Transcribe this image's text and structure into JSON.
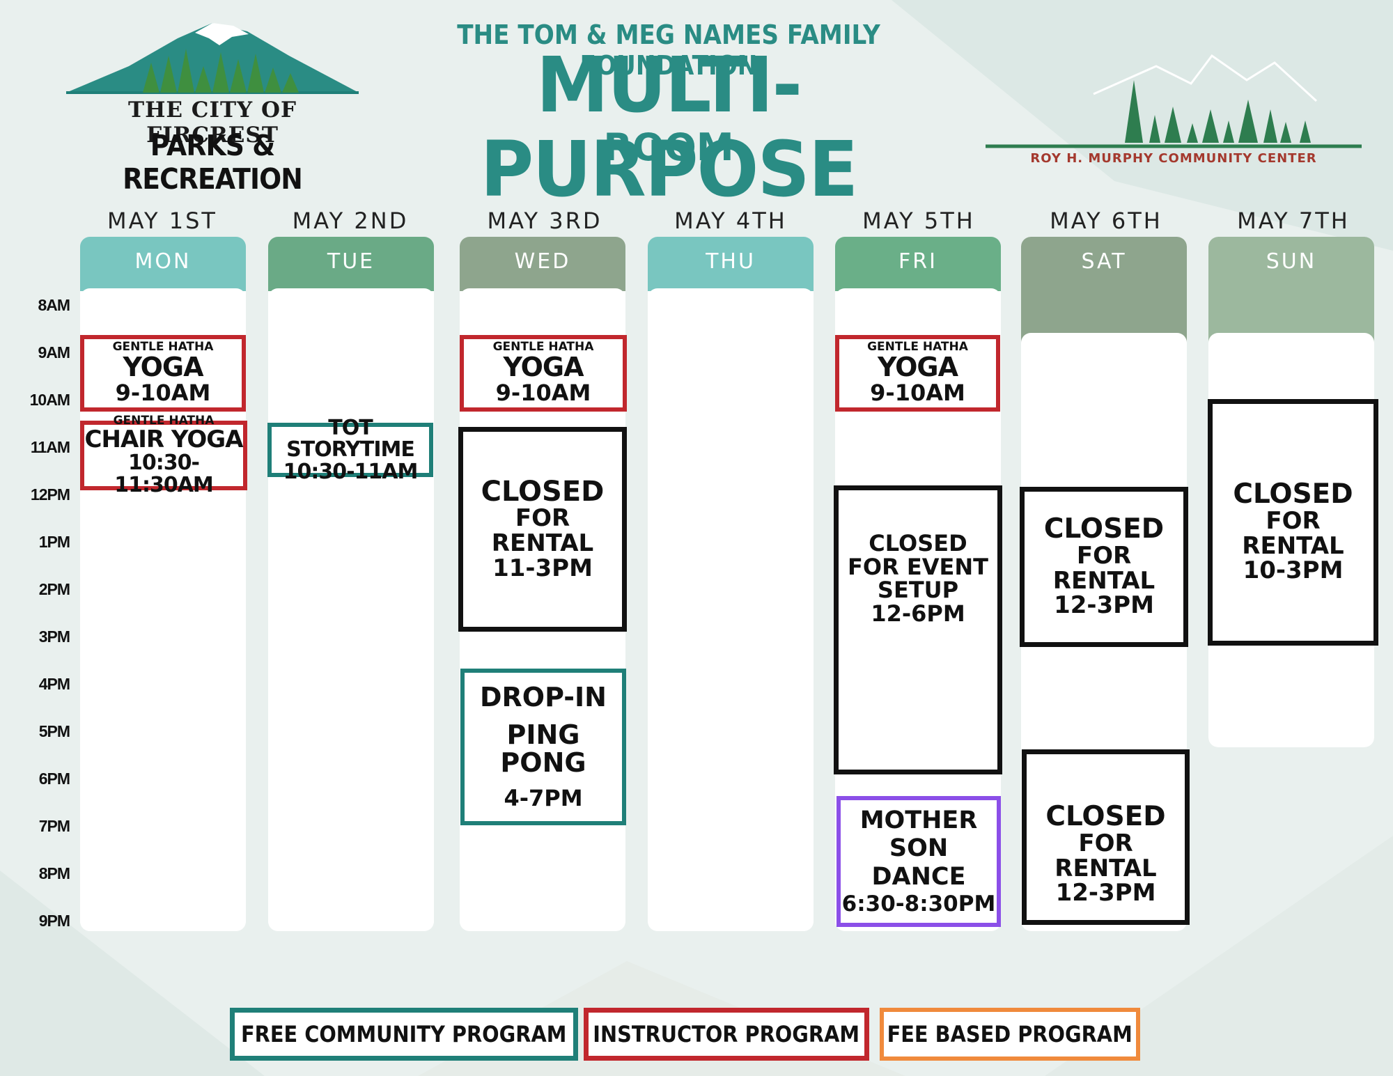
{
  "header": {
    "city_logo": {
      "line1": "THE CITY OF FIRCREST",
      "line2": "PARKS & RECREATION"
    },
    "title_top": "THE TOM & MEG NAMES FAMILY FOUNDATION",
    "title_main": "MULTI-PURPOSE",
    "title_sub": "ROOM",
    "center_logo": {
      "name": "ROY H. MURPHY COMMUNITY CENTER"
    }
  },
  "colors": {
    "free_community": "#1f7f78",
    "instructor": "#c1272d",
    "fee_based": "#f08a3c",
    "special_event": "#8b4fe8",
    "closed": "#111111"
  },
  "time_labels": [
    "8AM",
    "9AM",
    "10AM",
    "11AM",
    "12PM",
    "1PM",
    "2PM",
    "3PM",
    "4PM",
    "5PM",
    "6PM",
    "7PM",
    "8PM",
    "9PM"
  ],
  "days": [
    {
      "date": "MAY 1ST",
      "day": "MON",
      "header_color": "#79c6c0"
    },
    {
      "date": "MAY 2ND",
      "day": "TUE",
      "header_color": "#6aaa86"
    },
    {
      "date": "MAY 3RD",
      "day": "WED",
      "header_color": "#8ea58d"
    },
    {
      "date": "MAY 4TH",
      "day": "THU",
      "header_color": "#79c6c0"
    },
    {
      "date": "MAY 5TH",
      "day": "FRI",
      "header_color": "#6aaf88"
    },
    {
      "date": "MAY 6TH",
      "day": "SAT",
      "header_color": "#8ea58d"
    },
    {
      "date": "MAY 7TH",
      "day": "SUN",
      "header_color": "#9cb89e"
    }
  ],
  "events": {
    "mon_yoga": {
      "small": "GENTLE HATHA",
      "title": "YOGA",
      "time": "9-10AM"
    },
    "mon_chair": {
      "small": "GENTLE HATHA",
      "title": "CHAIR YOGA",
      "time": "10:30-11:30AM"
    },
    "tue_story": {
      "title": "TOT STORYTIME",
      "time": "10:30-11AM"
    },
    "wed_yoga": {
      "small": "GENTLE HATHA",
      "title": "YOGA",
      "time": "9-10AM"
    },
    "wed_closed": {
      "title": "CLOSED",
      "sub": "FOR RENTAL",
      "time": "11-3PM"
    },
    "wed_pingpong": {
      "line1": "DROP-IN",
      "line2": "PING PONG",
      "time": "4-7PM"
    },
    "fri_yoga": {
      "small": "GENTLE HATHA",
      "title": "YOGA",
      "time": "9-10AM"
    },
    "fri_closed": {
      "title": "CLOSED",
      "line2": "FOR EVENT",
      "line3": "SETUP",
      "time": "12-6PM"
    },
    "fri_dance": {
      "line1": "MOTHER",
      "line2": "SON",
      "line3": "DANCE",
      "time": "6:30-8:30PM"
    },
    "sat_closed1": {
      "title": "CLOSED",
      "sub": "FOR RENTAL",
      "time": "12-3PM"
    },
    "sat_closed2": {
      "title": "CLOSED",
      "sub": "FOR RENTAL",
      "time": "12-3PM"
    },
    "sun_closed": {
      "title": "CLOSED",
      "sub": "FOR RENTAL",
      "time": "10-3PM"
    }
  },
  "legend": {
    "free": "FREE COMMUNITY PROGRAM",
    "instructor": "INSTRUCTOR PROGRAM",
    "fee": "FEE BASED PROGRAM"
  }
}
